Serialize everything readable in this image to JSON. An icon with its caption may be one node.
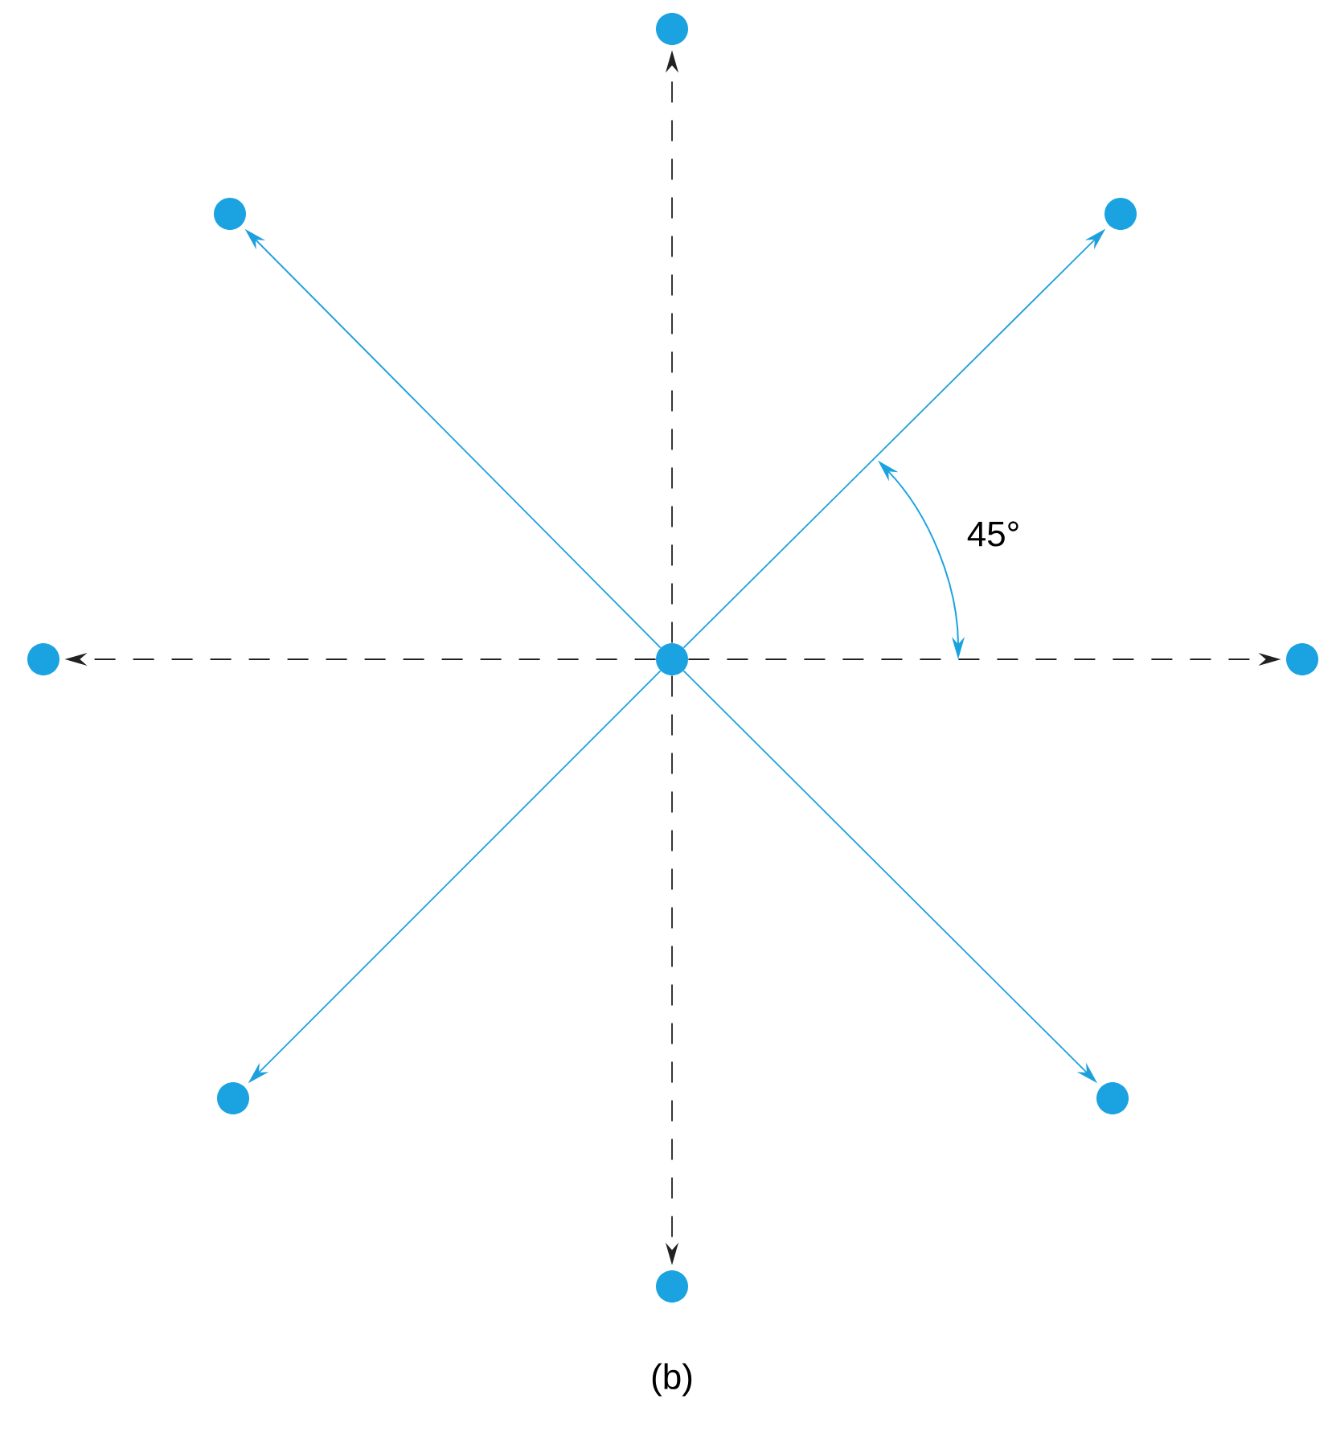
{
  "diagram": {
    "caption": "(b)",
    "nodes": [
      {
        "text": [],
        "shape": "circle"
      },
      {
        "text": [],
        "shape": "circle"
      },
      {
        "text": [],
        "shape": "circle"
      },
      {
        "text": [],
        "shape": "circle"
      },
      {
        "text": [],
        "shape": "circle"
      },
      {
        "text": [],
        "shape": "circle"
      },
      {
        "text": [],
        "shape": "circle"
      },
      {
        "text": [],
        "shape": "circle"
      },
      {
        "text": [],
        "shape": "circle"
      }
    ],
    "edges": [
      {
        "from": 0,
        "to": 1,
        "arrow": "to",
        "style": "dashed",
        "color": "#222222"
      },
      {
        "from": 0,
        "to": 2,
        "arrow": "to",
        "color": "#1ea0dc"
      },
      {
        "from": 0,
        "to": 3,
        "arrow": "to",
        "color": "#1ea0dc"
      },
      {
        "from": 0,
        "to": 4,
        "arrow": "to",
        "style": "dashed",
        "color": "#222222"
      },
      {
        "from": 0,
        "to": 5,
        "arrow": "to",
        "style": "dashed",
        "color": "#222222"
      },
      {
        "from": 0,
        "to": 6,
        "arrow": "to",
        "color": "#1ea0dc"
      },
      {
        "from": 0,
        "to": 7,
        "arrow": "to",
        "color": "#1ea0dc"
      },
      {
        "from": 0,
        "to": 8,
        "arrow": "to",
        "style": "dashed",
        "color": "#222222"
      }
    ],
    "labels": [
      "45°"
    ]
  }
}
